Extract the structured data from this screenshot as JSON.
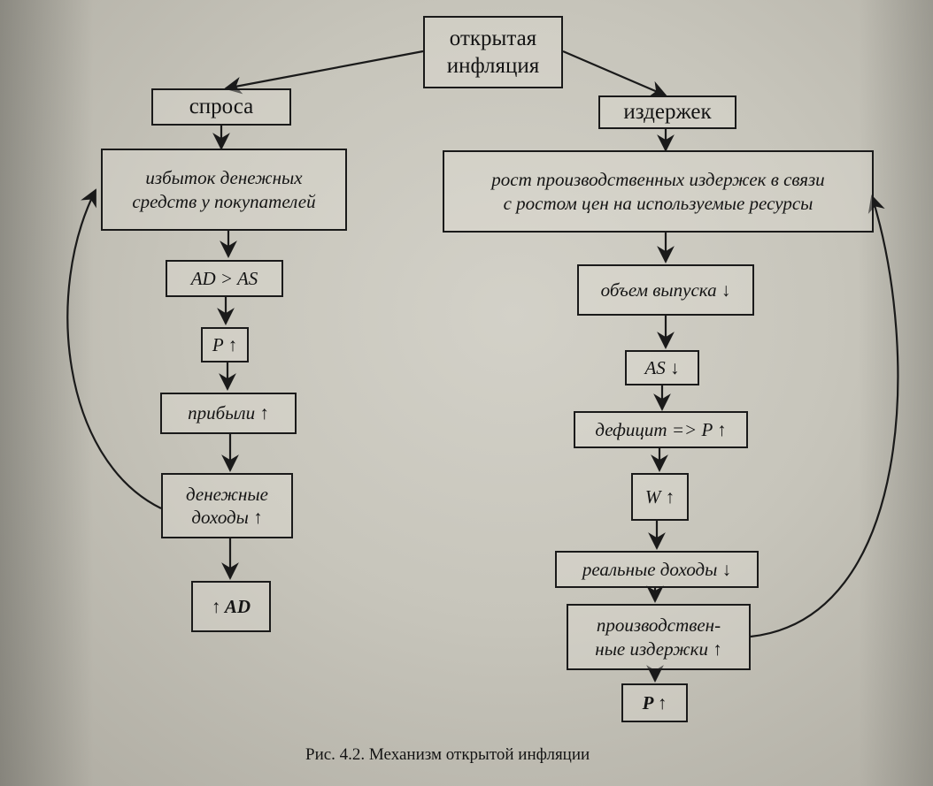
{
  "diagram": {
    "root": "открытая\nинфляция",
    "left": {
      "type": "спроса",
      "steps": [
        "избыток денежных\nсредств у покупателей",
        "AD > AS",
        "P ↑",
        "прибыли ↑",
        "денежные\nдоходы ↑",
        "↑ AD"
      ]
    },
    "right": {
      "type": "издержек",
      "steps": [
        "рост производственных издержек в связи\nс ростом цен на используемые ресурсы",
        "объем выпуска ↓",
        "AS ↓",
        "дефицит => P ↑",
        "W ↑",
        "реальные доходы ↓",
        "производствен-\nные издержки ↑",
        "P ↑"
      ]
    }
  },
  "caption": "Рис. 4.2. Механизм открытой инфляции"
}
